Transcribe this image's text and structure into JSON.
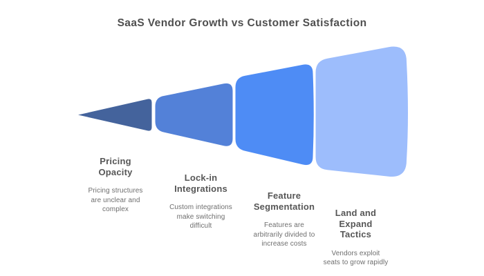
{
  "title": "SaaS Vendor Growth vs Customer Satisfaction",
  "colors": {
    "background": "#ffffff",
    "title_text": "#4f4f4f",
    "heading_text": "#565656",
    "description_text": "#6e6e6e"
  },
  "funnel": {
    "type": "horizontal-funnel",
    "direction": "narrow-left-to-wide-right",
    "segments": [
      {
        "id": "pricing-opacity",
        "color": "#44639c",
        "title": "Pricing\nOpacity",
        "description": "Pricing structures\nare unclear and\ncomplex"
      },
      {
        "id": "lock-in-integrations",
        "color": "#5381d8",
        "title": "Lock-in\nIntegrations",
        "description": "Custom integrations\nmake switching\ndifficult"
      },
      {
        "id": "feature-segmentation",
        "color": "#4e8cf5",
        "title": "Feature\nSegmentation",
        "description": "Features are\narbitrarily divided to\nincrease costs"
      },
      {
        "id": "land-and-expand-tactics",
        "color": "#9dbdfc",
        "title": "Land and\nExpand\nTactics",
        "description": "Vendors exploit\nseats to grow rapidly"
      }
    ]
  }
}
